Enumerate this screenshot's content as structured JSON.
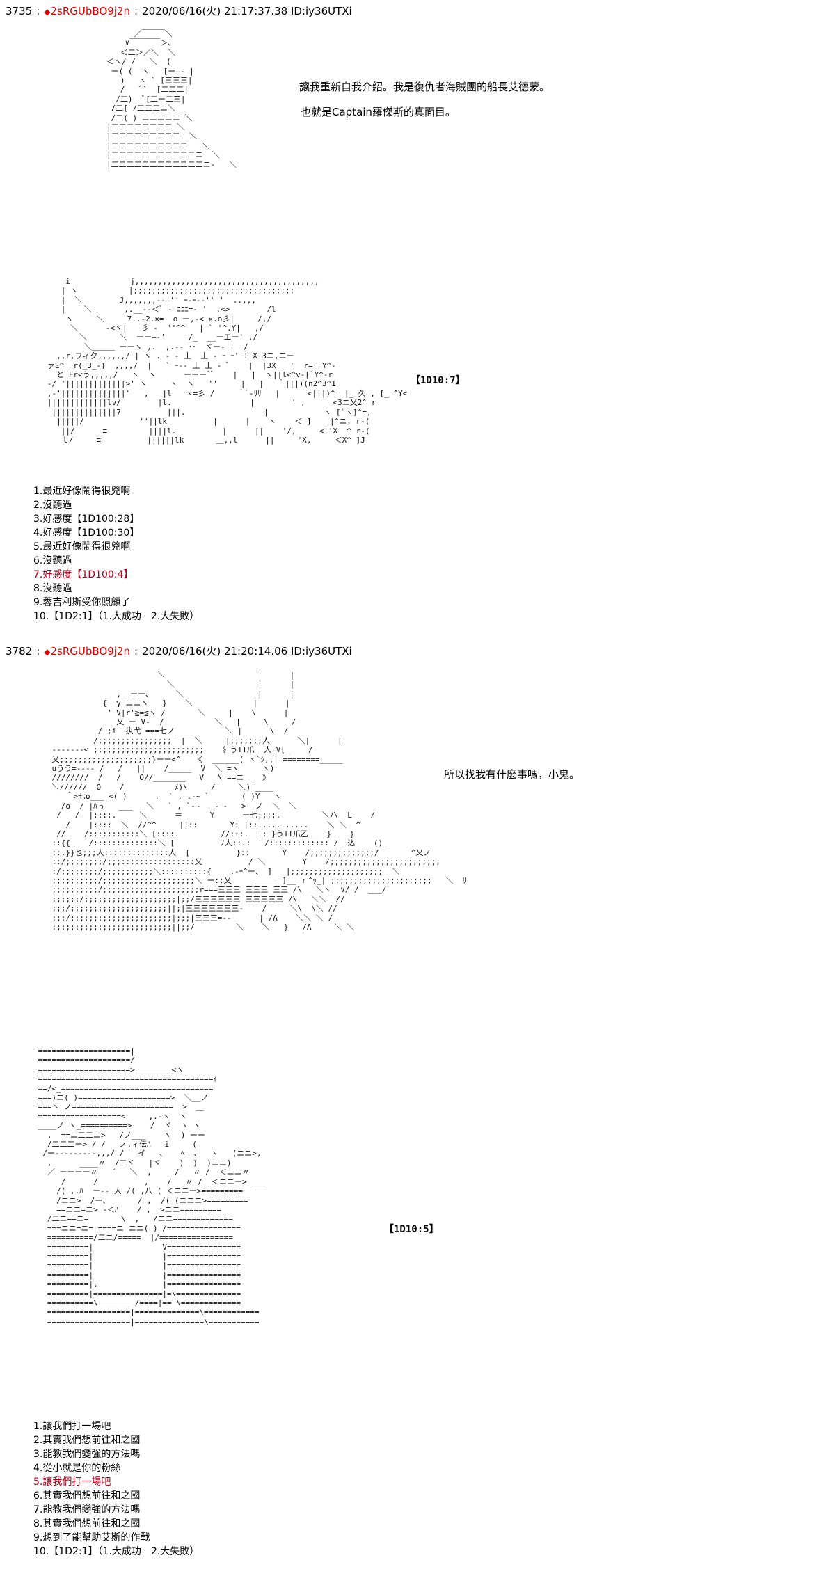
{
  "posts": [
    {
      "number": "3735",
      "separator": ":",
      "diamond": "◆",
      "trip": "2sRGUbBO9j2n",
      "separator2": ":",
      "datetime": "2020/06/16(火) 21:17:37.38",
      "id": "ID:iy36UTXi",
      "dialog": [
        "讓我重新自我介紹。我是復仇者海賊團的船長艾德蒙。",
        "也就是Captain羅傑斯的真面目。"
      ],
      "dice": "【1D10:7】",
      "choices": [
        {
          "label": "1.最近好像鬧得很兇啊",
          "selected": false
        },
        {
          "label": "2.沒聽過",
          "selected": false
        },
        {
          "label": "3.好感度【1D100:28】",
          "selected": false
        },
        {
          "label": "4.好感度【1D100:30】",
          "selected": false
        },
        {
          "label": "5.最近好像鬧得很兇啊",
          "selected": false
        },
        {
          "label": "6.沒聽過",
          "selected": false
        },
        {
          "label": "7.好感度【1D100:4】",
          "selected": true
        },
        {
          "label": "8.沒聽過",
          "selected": false
        },
        {
          "label": "9.蓉吉利斯受你照顧了",
          "selected": false
        },
        {
          "label": "10.【1D2:1】（1.大成功　2.大失敗）",
          "selected": false
        }
      ]
    },
    {
      "number": "3782",
      "separator": ":",
      "diamond": "◆",
      "trip": "2sRGUbBO9j2n",
      "separator2": ":",
      "datetime": "2020/06/16(火) 21:20:14.06",
      "id": "ID:iy36UTXi",
      "dialog": [
        "所以找我有什麼事嗎，小鬼。"
      ],
      "dice": "【1D10:5】",
      "choices": [
        {
          "label": "1.讓我們打一場吧",
          "selected": false
        },
        {
          "label": "2.其實我們想前往和之國",
          "selected": false
        },
        {
          "label": "3.能教我們變強的方法嗎",
          "selected": false
        },
        {
          "label": "4.從小就是你的粉絲",
          "selected": false
        },
        {
          "label": "5.讓我們打一場吧",
          "selected": true
        },
        {
          "label": "6.其實我們想前往和之國",
          "selected": false
        },
        {
          "label": "7.能教我們變強的方法嗎",
          "selected": false
        },
        {
          "label": "8.其實我們想前往和之國",
          "selected": false
        },
        {
          "label": "9.想到了能幫助艾斯的作戰",
          "selected": false
        },
        {
          "label": "10.【1D2:1】（1.大成功　2.大失敗）",
          "selected": false
        }
      ]
    }
  ],
  "colors": {
    "trip": "#dd0000",
    "selected_choice": "#b3001b",
    "text": "#000000"
  }
}
